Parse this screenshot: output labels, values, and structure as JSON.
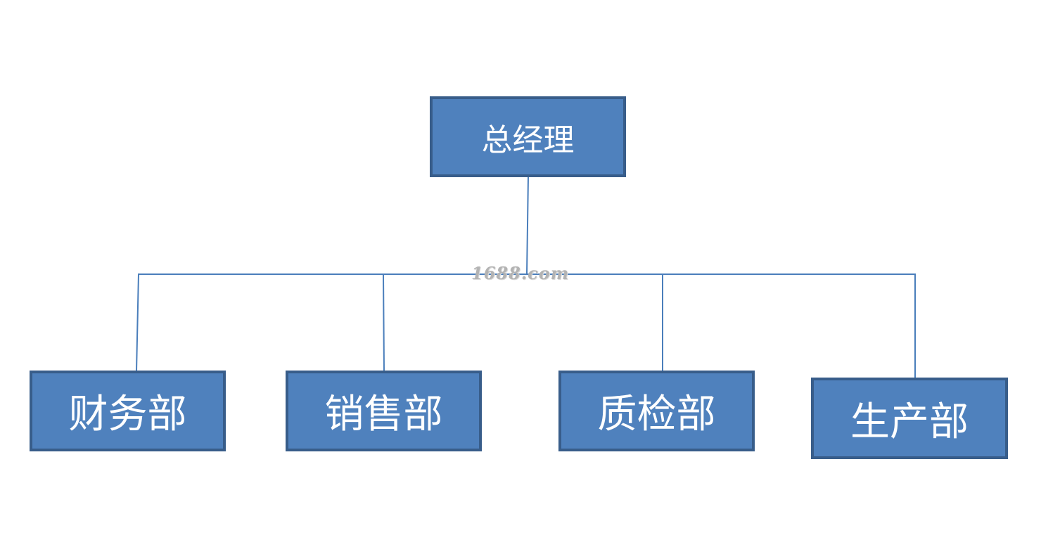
{
  "org_chart": {
    "root": {
      "label": "总经理"
    },
    "departments": [
      {
        "label": "财务部"
      },
      {
        "label": "销售部"
      },
      {
        "label": "质检部"
      },
      {
        "label": "生产部"
      }
    ]
  },
  "watermark": {
    "text": "1688.com"
  },
  "colors": {
    "box_fill": "#4f81bd",
    "box_border": "#385d8a",
    "connector": "#4a7ebb",
    "text": "#ffffff",
    "background": "#ffffff"
  }
}
